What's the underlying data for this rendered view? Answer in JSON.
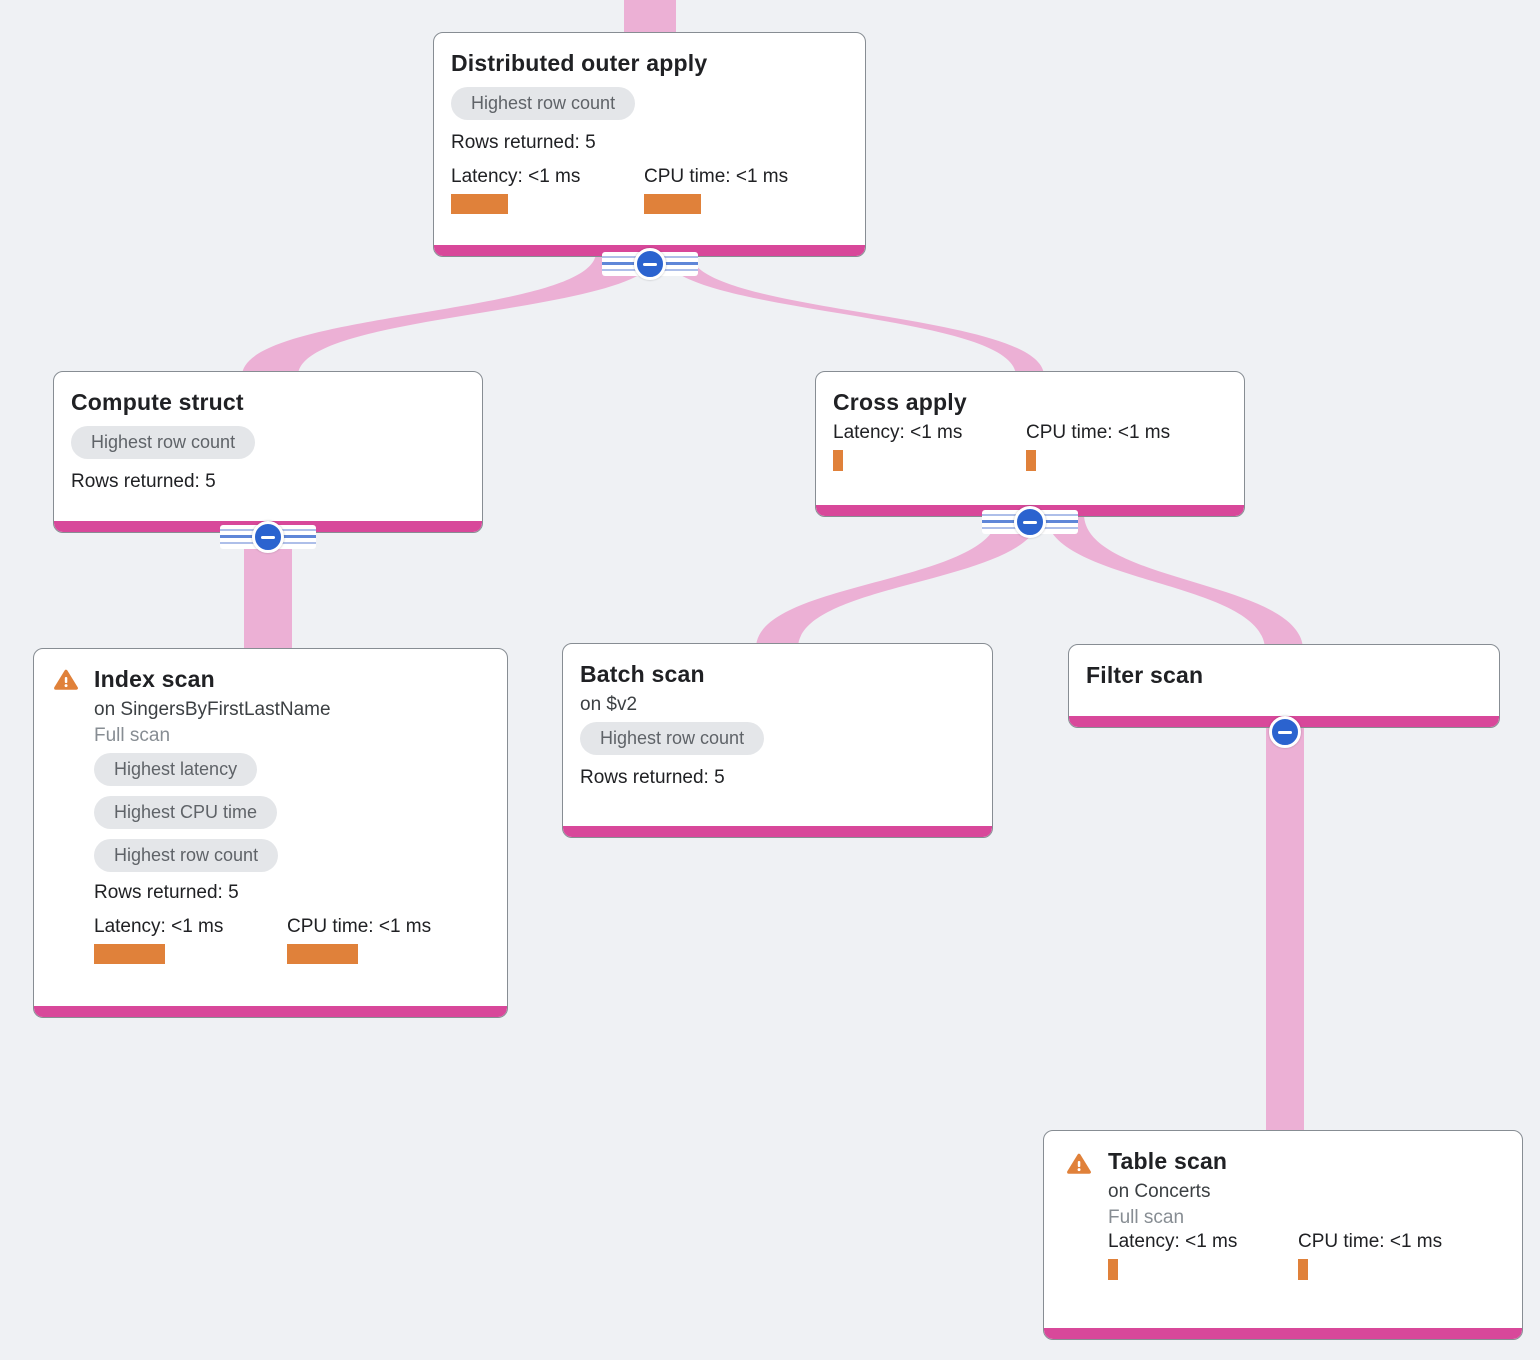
{
  "colors": {
    "accent_pink": "#d8489a",
    "ribbon_pink": "#ecb0d5",
    "bar_orange": "#e0813a",
    "button_blue": "#2b63cf",
    "badge_gray": "#e4e6e9",
    "background": "#eff1f4"
  },
  "nodes": {
    "distributed_outer_apply": {
      "title": "Distributed outer apply",
      "badges": [
        "Highest row count"
      ],
      "rows_returned": "Rows returned: 5",
      "latency_label": "Latency: <1 ms",
      "cpu_label": "CPU time: <1 ms"
    },
    "compute_struct": {
      "title": "Compute struct",
      "badges": [
        "Highest row count"
      ],
      "rows_returned": "Rows returned: 5"
    },
    "cross_apply": {
      "title": "Cross apply",
      "latency_label": "Latency: <1 ms",
      "cpu_label": "CPU time: <1 ms"
    },
    "index_scan": {
      "warning": true,
      "title": "Index scan",
      "target": "on SingersByFirstLastName",
      "scan_type": "Full scan",
      "badges": [
        "Highest latency",
        "Highest CPU time",
        "Highest row count"
      ],
      "rows_returned": "Rows returned: 5",
      "latency_label": "Latency: <1 ms",
      "cpu_label": "CPU time: <1 ms"
    },
    "batch_scan": {
      "title": "Batch scan",
      "target": "on $v2",
      "badges": [
        "Highest row count"
      ],
      "rows_returned": "Rows returned: 5"
    },
    "filter_scan": {
      "title": "Filter scan"
    },
    "table_scan": {
      "warning": true,
      "title": "Table scan",
      "target": "on Concerts",
      "scan_type": "Full scan",
      "latency_label": "Latency: <1 ms",
      "cpu_label": "CPU time: <1 ms"
    }
  }
}
